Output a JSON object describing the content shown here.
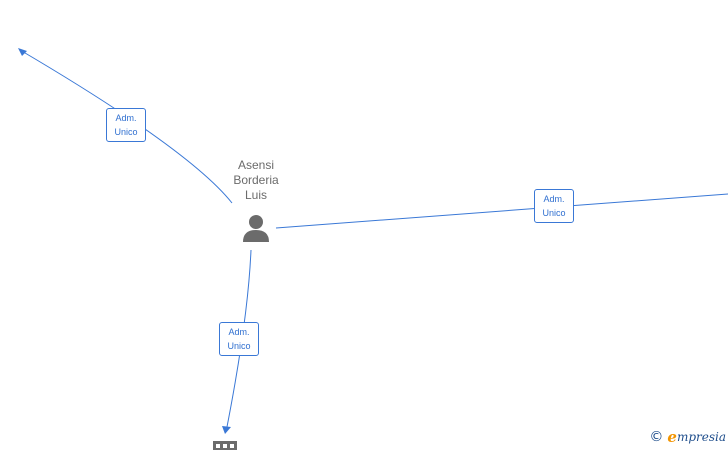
{
  "nodes": {
    "person": {
      "name_lines": [
        "Asensi",
        "Borderia",
        "Luis"
      ]
    }
  },
  "edges": [
    {
      "id": "edge-top-left",
      "label_line1": "Adm.",
      "label_line2": "Unico"
    },
    {
      "id": "edge-right",
      "label_line1": "Adm.",
      "label_line2": "Unico"
    },
    {
      "id": "edge-bottom",
      "label_line1": "Adm.",
      "label_line2": "Unico"
    }
  ],
  "watermark": {
    "copyright": "©",
    "brand_initial": "e",
    "brand_rest": "mpresia"
  },
  "icons": {
    "person": "person-icon",
    "company": "building-icon"
  },
  "colors": {
    "edge": "#3a78d6",
    "label_text": "#2f6fd0",
    "node_icon": "#6b6b6b",
    "brand": "#f29400"
  }
}
